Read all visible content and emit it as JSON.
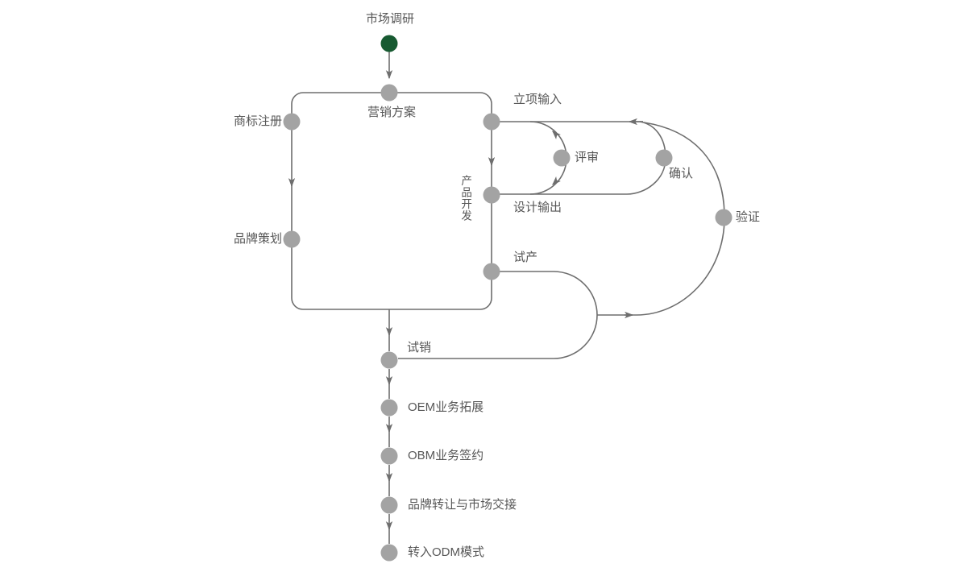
{
  "diagram": {
    "type": "flowchart",
    "title_none": "",
    "nodes": {
      "market_research": {
        "label": "市场调研"
      },
      "marketing_plan": {
        "label": "营销方案"
      },
      "trademark_registration": {
        "label": "商标注册"
      },
      "brand_planning": {
        "label": "品牌策划"
      },
      "project_initiation_input": {
        "label": "立项输入"
      },
      "review": {
        "label": "评审"
      },
      "design_output": {
        "label": "设计输出"
      },
      "confirmation": {
        "label": "确认"
      },
      "verification": {
        "label": "验证"
      },
      "product_development": {
        "label": "产品开发"
      },
      "trial_production": {
        "label": "试产"
      },
      "trial_sale": {
        "label": "试销"
      },
      "oem_expansion": {
        "label": "OEM业务拓展"
      },
      "obm_signing": {
        "label": "OBM业务签约"
      },
      "brand_transfer": {
        "label": "品牌转让与市场交接"
      },
      "odm_mode": {
        "label": "转入ODM模式"
      }
    },
    "colors": {
      "start_node": "#175a31",
      "node": "#a3a3a3",
      "line": "#6e6e6e",
      "label": "#575757",
      "background": "#ffffff"
    }
  }
}
